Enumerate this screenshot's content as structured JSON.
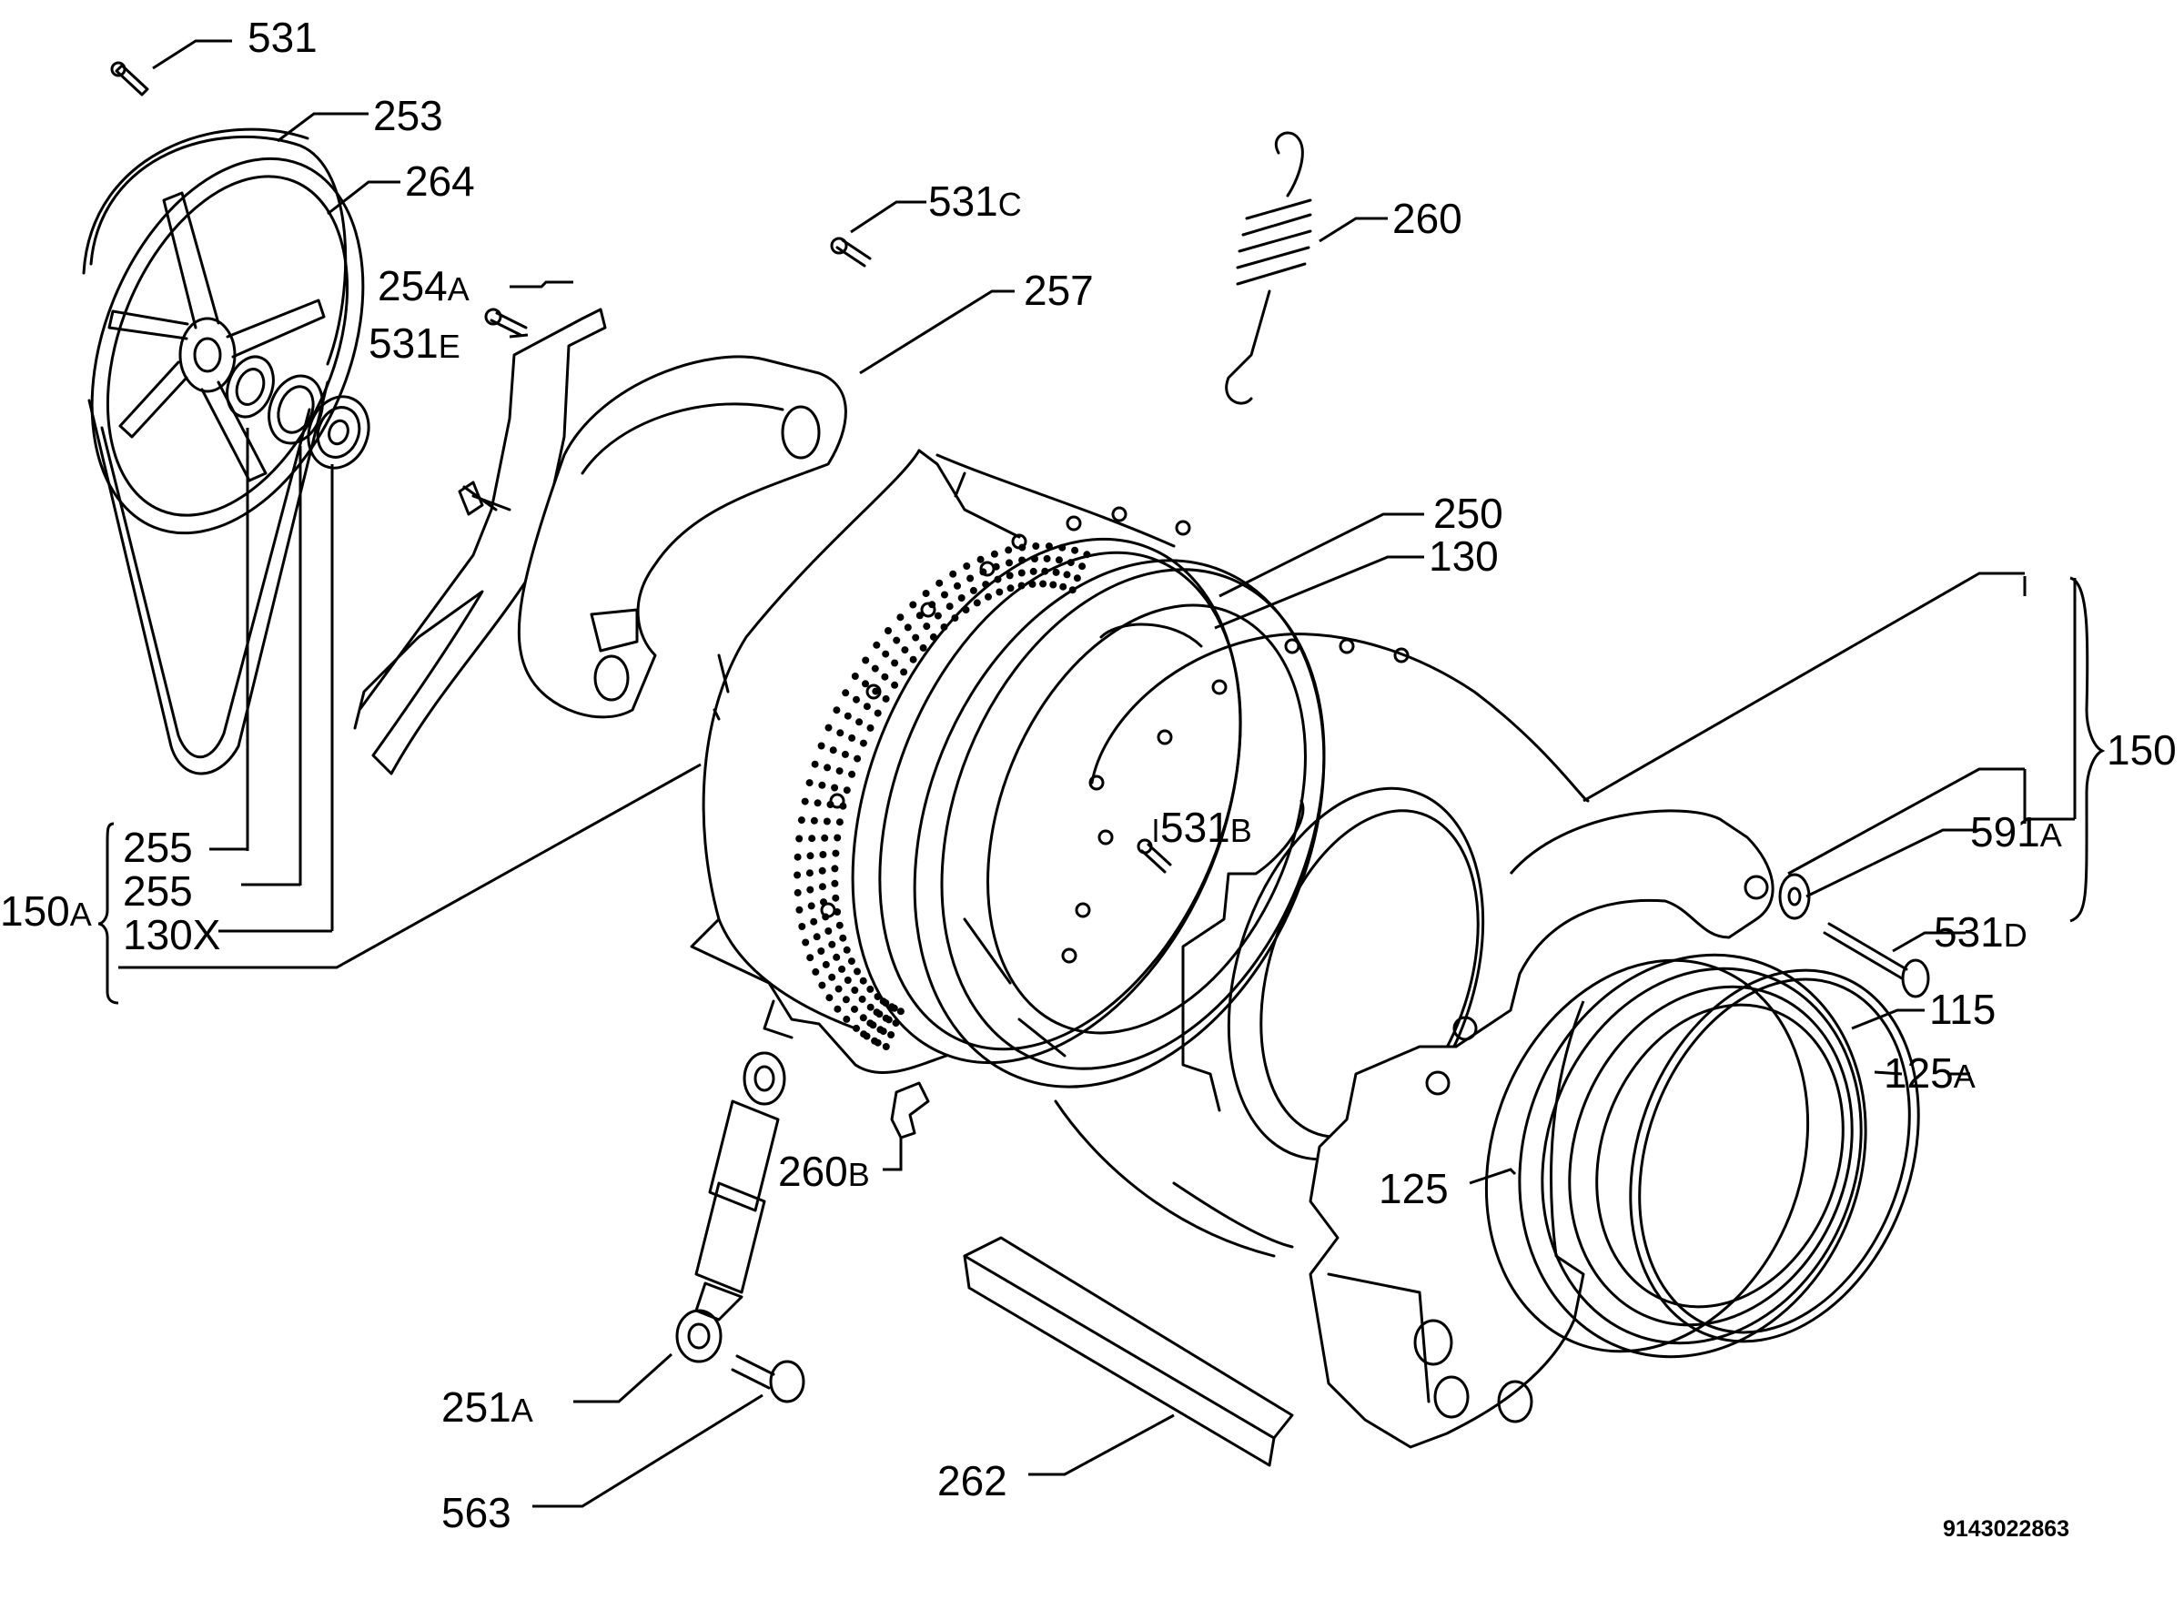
{
  "callouts": {
    "c531": "531",
    "c253": "253",
    "c264": "264",
    "c531c_num": "531",
    "c531c_sfx": "C",
    "c260": "260",
    "c254a_num": "254",
    "c254a_sfx": "A",
    "c531e_num": "531",
    "c531e_sfx": "E",
    "c257": "257",
    "c250": "250",
    "c130": "130",
    "c150": "150",
    "c531b_num": "531",
    "c531b_sfx": "B",
    "c591a_num": "591",
    "c591a_sfx": "A",
    "c531d_num": "531",
    "c531d_sfx": "D",
    "c115": "115",
    "c125a_num": "125",
    "c125a_sfx": "A",
    "c125": "125",
    "c255_1": "255",
    "c255_2": "255",
    "c150a_num": "150",
    "c150a_sfx": "A",
    "c130x": "130X",
    "c260b_num": "260",
    "c260b_sfx": "B",
    "c251a_num": "251",
    "c251a_sfx": "A",
    "c563": "563",
    "c262": "262"
  },
  "drawing_code": "9143022863"
}
